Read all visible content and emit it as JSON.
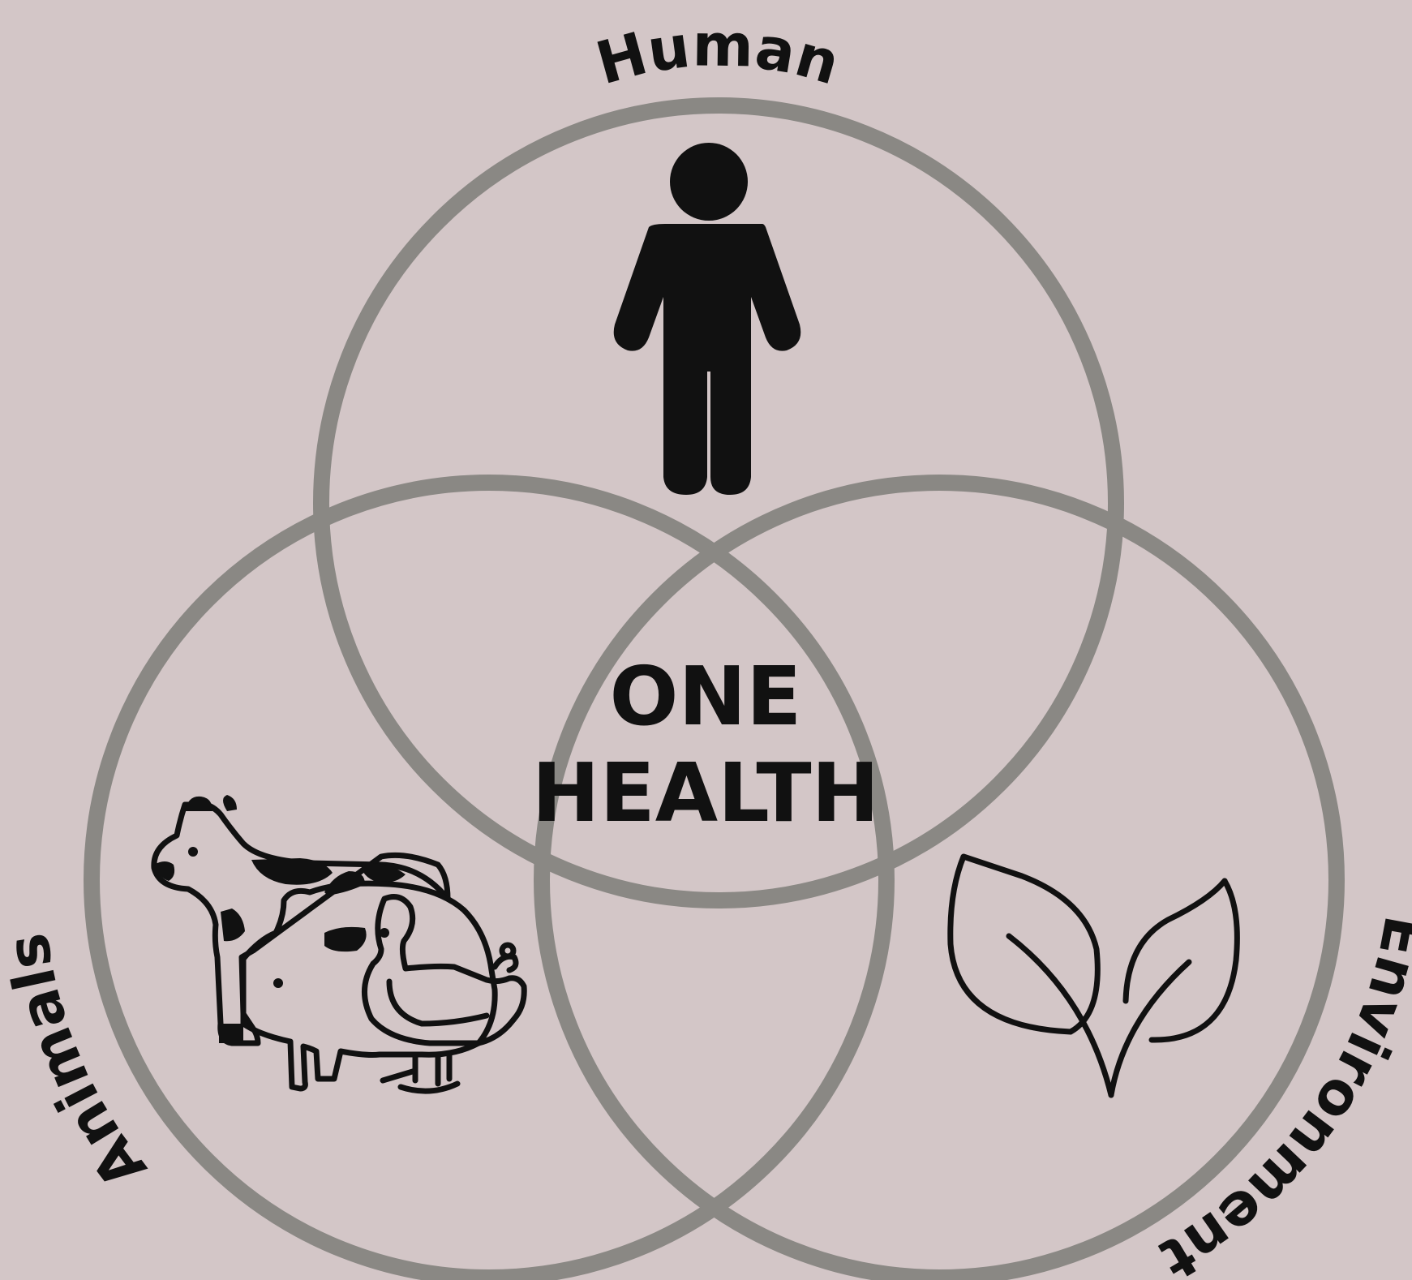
{
  "diagram": {
    "title_line1": "ONE",
    "title_line2": "HEALTH",
    "labels": {
      "human": "Human",
      "animals": "Animals",
      "environment": "Environment"
    },
    "icons": {
      "human": "person-icon",
      "animals": "farm-animals-icon",
      "environment": "leaf-sprout-icon"
    },
    "colors": {
      "background": "#d3c6c7",
      "circle_stroke": "#8a8884",
      "text": "#111111"
    }
  }
}
